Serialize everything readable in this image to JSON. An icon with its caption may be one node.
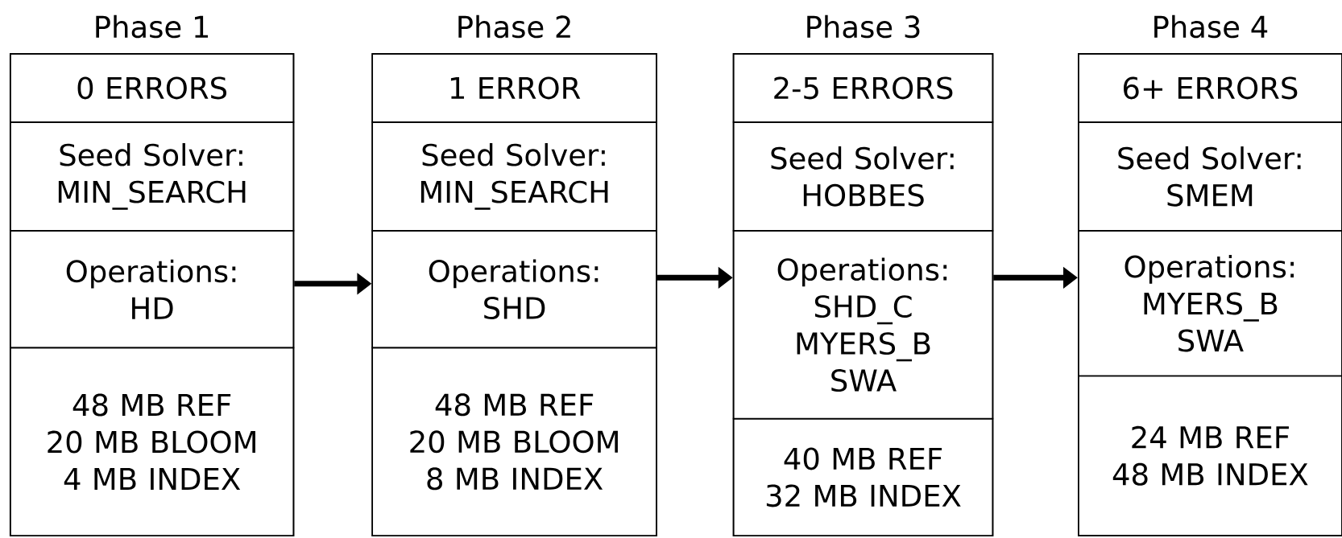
{
  "diagram": {
    "nodes": [
      {
        "text": [
          "Phase 1"
        ]
      },
      {
        "text": [
          "0 ERRORS"
        ],
        "in": 0
      },
      {
        "text": [
          "Seed Solver: MIN_SEARCH"
        ],
        "in": 0
      },
      {
        "text": [
          "Operations: HD"
        ],
        "in": 0
      },
      {
        "text": [
          "48 MB REF",
          "20 MB BLOOM",
          "4 MB INDEX"
        ],
        "in": 0
      },
      {
        "text": [
          "Phase 2"
        ]
      },
      {
        "text": [
          "1 ERROR"
        ],
        "in": 5
      },
      {
        "text": [
          "Seed Solver: MIN_SEARCH"
        ],
        "in": 5
      },
      {
        "text": [
          "Operations: SHD"
        ],
        "in": 5
      },
      {
        "text": [
          "48 MB REF",
          "20 MB BLOOM",
          "8 MB INDEX"
        ],
        "in": 5
      },
      {
        "text": [
          "Phase 3"
        ]
      },
      {
        "text": [
          "2-5 ERRORS"
        ],
        "in": 10
      },
      {
        "text": [
          "Seed Solver: HOBBES"
        ],
        "in": 10
      },
      {
        "text": [
          "Operations: SHD_C MYERS_B SWA"
        ],
        "in": 10
      },
      {
        "text": [
          "40 MB REF",
          "32 MB INDEX"
        ],
        "in": 10
      },
      {
        "text": [
          "Phase 4"
        ]
      },
      {
        "text": [
          "6+ ERRORS"
        ],
        "in": 15
      },
      {
        "text": [
          "Seed Solver: SMEM"
        ],
        "in": 15
      },
      {
        "text": [
          "Operations: MYERS_B SWA"
        ],
        "in": 15
      },
      {
        "text": [
          "24 MB REF",
          "48 MB INDEX"
        ],
        "in": 15
      }
    ],
    "edges": [
      {
        "from": 0,
        "to": 5,
        "arrow": "to"
      },
      {
        "from": 5,
        "to": 10,
        "arrow": "to"
      },
      {
        "from": 10,
        "to": 15,
        "arrow": "to"
      }
    ]
  }
}
